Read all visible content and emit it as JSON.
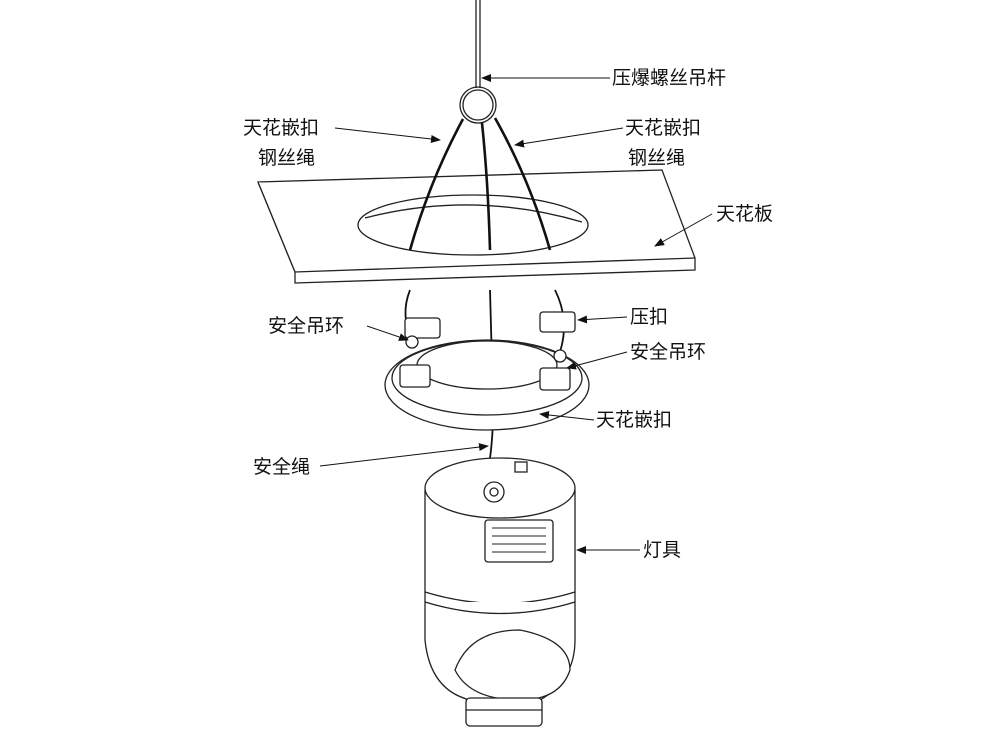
{
  "labels": {
    "rod": "压爆螺丝吊杆",
    "wire_left_1": "天花嵌扣",
    "wire_left_2": "钢丝绳",
    "wire_right_1": "天花嵌扣",
    "wire_right_2": "钢丝绳",
    "ceiling": "天花板",
    "clamp": "压扣",
    "safety_ring_left": "安全吊环",
    "safety_ring_right": "安全吊环",
    "ceiling_mount": "天花嵌扣",
    "safety_rope": "安全绳",
    "fixture": "灯具"
  }
}
